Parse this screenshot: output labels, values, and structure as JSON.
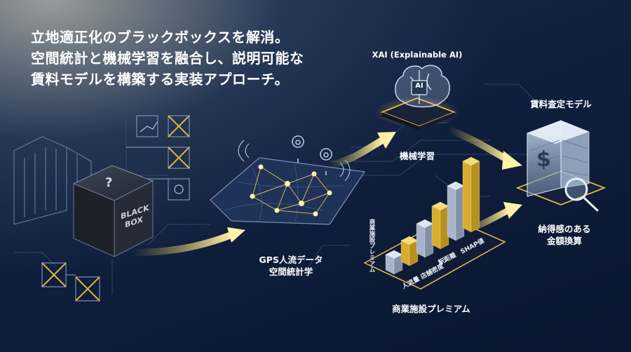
{
  "headline": {
    "line1": "立地適正化のブラックボックスを解消。",
    "line2": "空間統計と機械学習を融合し、説明可能な",
    "line3": "賃料モデルを構築する実装アプローチ。"
  },
  "black_box": {
    "line1": "BLACK",
    "line2": "BOX",
    "mark": "?"
  },
  "gps": {
    "label1": "GPS人流データ",
    "label2": "空間統計学"
  },
  "xai": {
    "title": "XAI (Explainable AI)",
    "chip": "AI",
    "label": "機械学習"
  },
  "premium": {
    "title": "商業施設プレミアム",
    "axis": "商業施設プレミアム",
    "bar_labels": [
      "人流量",
      "店舗密度",
      "駅距離",
      "SHAP値"
    ]
  },
  "rent_model": {
    "title": "賃料査定モデル",
    "symbol": "$",
    "result1": "納得感のある",
    "result2": "金額換算"
  },
  "colors": {
    "gold": "#f2c94c",
    "bg": "#0d1a33",
    "line": "#8aa0c8"
  }
}
